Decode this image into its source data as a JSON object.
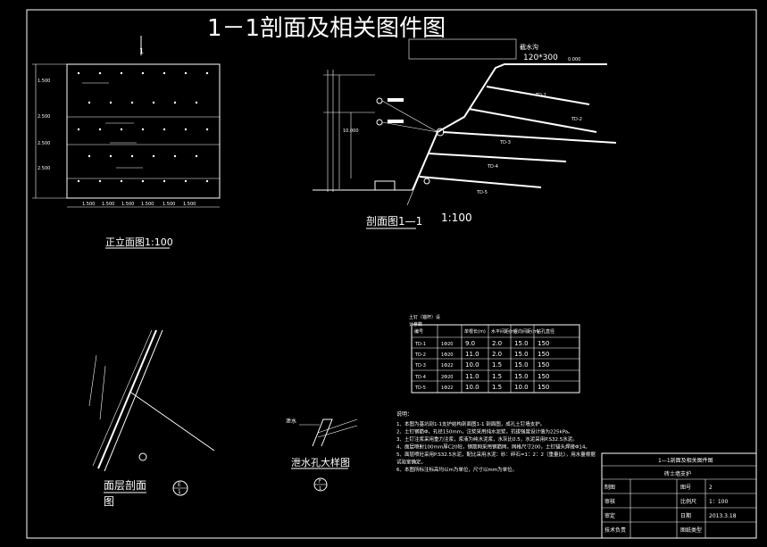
{
  "title": "1－1剖面及相关图件图",
  "elevation": {
    "caption": "正立面图1:100",
    "top_marker": "1",
    "bottom_dims": [
      "1.500",
      "1.500",
      "1.500",
      "1.500",
      "1.500",
      "1.500"
    ],
    "left_dims": [
      "1.500",
      "2.500",
      "2.500",
      "2.500"
    ]
  },
  "section": {
    "caption": "剖面图1—1",
    "scale": "1:100",
    "top_label": "截水沟",
    "top_label2": "120*300",
    "top_elev": "0.000",
    "anchors": [
      "TD-1",
      "TD-2",
      "TD-3",
      "TD-4",
      "TD-5"
    ],
    "height_dim": "10.000"
  },
  "layer_detail": {
    "caption_line1": "面层剖面",
    "caption_line2": "图",
    "marker_top": "E",
    "marker_bottom": "1"
  },
  "drain_detail": {
    "caption": "泄水孔大样图",
    "label": "泄水",
    "marker_top": "F",
    "marker_bottom": "1"
  },
  "anchor_table": {
    "heading1": "土钉（锚杆）设",
    "heading2": "计参数",
    "headers": [
      "编号",
      "",
      "单根长(m)",
      "水平间距(m)",
      "竖向间距(m)",
      "钻孔直径"
    ],
    "rows": [
      [
        "TD-1",
        "1Φ20",
        "9.0",
        "2.0",
        "15.0",
        "150"
      ],
      [
        "TD-2",
        "1Φ20",
        "11.0",
        "2.0",
        "15.0",
        "150"
      ],
      [
        "TD-3",
        "1Φ22",
        "10.0",
        "1.5",
        "15.0",
        "150"
      ],
      [
        "TD-4",
        "2Φ20",
        "11.0",
        "1.5",
        "15.0",
        "150"
      ],
      [
        "TD-5",
        "1Φ22",
        "10.0",
        "1.5",
        "10.0",
        "150"
      ]
    ]
  },
  "notes": {
    "heading": "说明：",
    "lines": [
      "1、本图为基坑剖1-1支护结构剖面图1-1 剖面图，成孔土钉墙支护。",
      "2、土钉钢筋Φ，孔径150mm，注浆采用纯水泥浆，抗拔强度设计值为225kPa。",
      "3、土钉注浆采用重力注浆，浆液为纯水泥浆，水灰比0.5，水泥采用P.S32.5水泥。",
      "4、面层喷射100mm厚C20砼，钢筋网采用钢筋网，网格尺寸200，土钉锚头焊接Φ14。",
      "5、面层喷砼采用P.S32.5水泥，配比采用水泥：砂：碎石=1：2：2（重量比），用水量根据",
      "试验室确定。",
      "6、本图所标注标高均以m为单位，尺寸以mm为单位。"
    ]
  },
  "title_block": {
    "project": "1—1剖面及相关图件图",
    "subtitle": "砖土墙支护",
    "rows": [
      {
        "label": "制图",
        "value": "",
        "label2": "图号",
        "value2": "2"
      },
      {
        "label": "审核",
        "value": "",
        "label2": "比例尺",
        "value2": "1：100"
      },
      {
        "label": "审定",
        "value": "",
        "label2": "日期",
        "value2": "2013.3.18"
      },
      {
        "label": "技术负责",
        "value": "",
        "label2": "图纸类型",
        "value2": ""
      }
    ]
  }
}
